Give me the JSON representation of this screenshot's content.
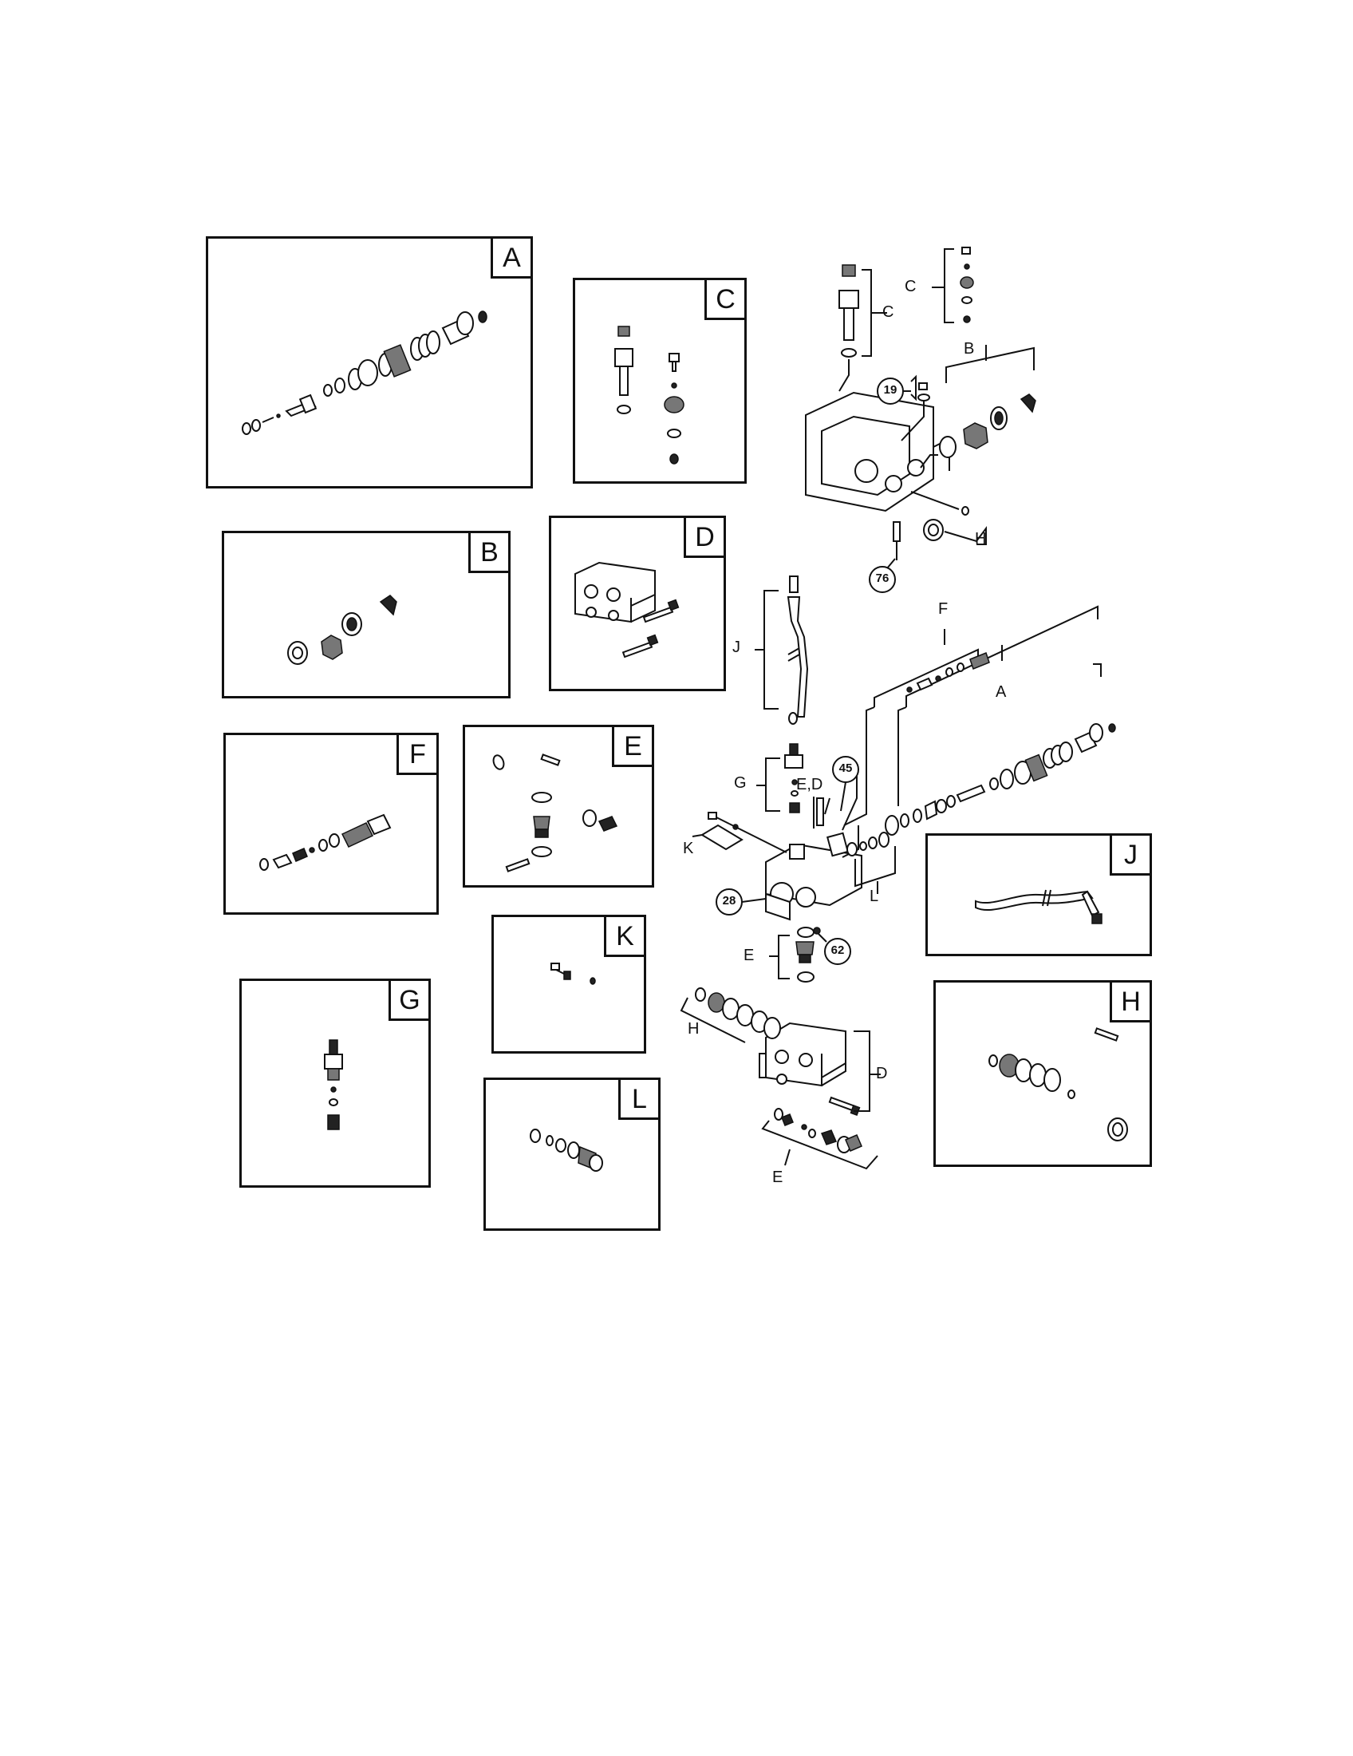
{
  "kits": {
    "A": "A",
    "B": "B",
    "C": "C",
    "D": "D",
    "E": "E",
    "F": "F",
    "G": "G",
    "H": "H",
    "J": "J",
    "K": "K",
    "L": "L"
  },
  "callouts": {
    "c19": "19",
    "c76": "76",
    "c45": "45",
    "c28": "28",
    "c62": "62"
  },
  "leaders": {
    "C": "C",
    "B": "B",
    "H_top": "H",
    "F": "F",
    "A": "A",
    "J": "J",
    "G": "G",
    "ED": "E,D",
    "K": "K",
    "L": "L",
    "E_mid": "E",
    "H_bot": "H",
    "D": "D",
    "E_bot": "E"
  }
}
